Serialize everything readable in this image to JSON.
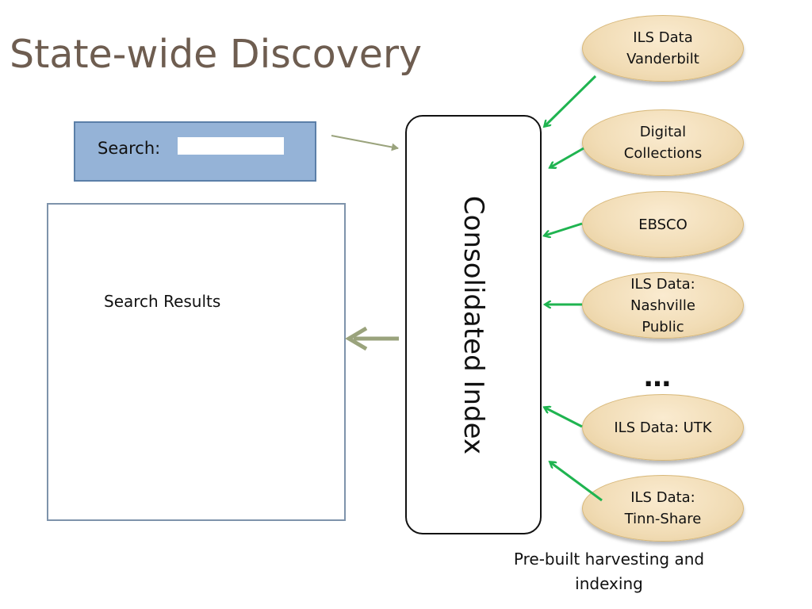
{
  "title": "State-wide Discovery",
  "search": {
    "label": "Search:",
    "value": "",
    "placeholder": ""
  },
  "results": {
    "label": "Search Results"
  },
  "index": {
    "label": "Consolidated Index"
  },
  "sources": [
    {
      "label": "ILS Data\nVanderbilt"
    },
    {
      "label": "Digital\nCollections"
    },
    {
      "label": "EBSCO"
    },
    {
      "label": "ILS Data:\nNashville\nPublic"
    },
    {
      "label": "ILS Data: UTK"
    },
    {
      "label": "ILS Data:\nTinn-Share"
    }
  ],
  "ellipsis": "…",
  "caption": "Pre-built harvesting and indexing",
  "colors": {
    "title": "#6e5d50",
    "search_panel": "#95b3d7",
    "source_fill": "#f1dcb5",
    "source_arrow": "#1fb450",
    "flow_arrow": "#9aa37c"
  }
}
